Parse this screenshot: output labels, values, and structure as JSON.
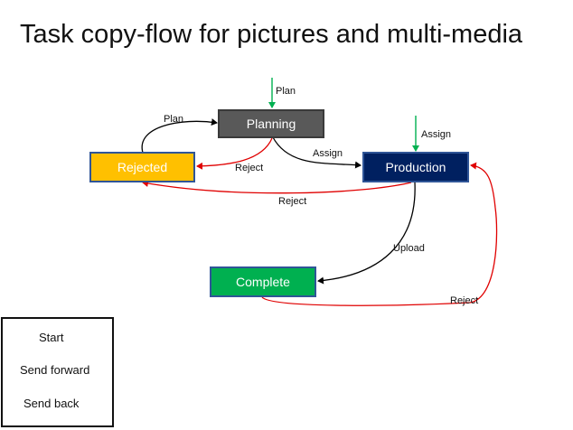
{
  "title": "Task copy-flow for pictures and multi-media",
  "nodes": {
    "planning": {
      "label": "Planning",
      "fill": "#595959",
      "border": "#3a3a3a",
      "text": "#ffffff"
    },
    "rejected": {
      "label": "Rejected",
      "fill": "#ffc000",
      "border": "#2f5597",
      "text": "#ffffff"
    },
    "production": {
      "label": "Production",
      "fill": "#002060",
      "border": "#2f5597",
      "text": "#ffffff"
    },
    "complete": {
      "label": "Complete",
      "fill": "#00b050",
      "border": "#2f5597",
      "text": "#ffffff"
    }
  },
  "edges": {
    "plan_start": "Plan",
    "assign_start": "Assign",
    "plan_back": "Plan",
    "assign": "Assign",
    "reject_planning": "Reject",
    "reject_production": "Reject",
    "upload": "Upload",
    "reject_complete": "Reject"
  },
  "legend": {
    "start": "Start",
    "send_forward": "Send forward",
    "send_back": "Send back"
  },
  "colors": {
    "start": "#00b050",
    "forward": "#000000",
    "back": "#e00000"
  }
}
